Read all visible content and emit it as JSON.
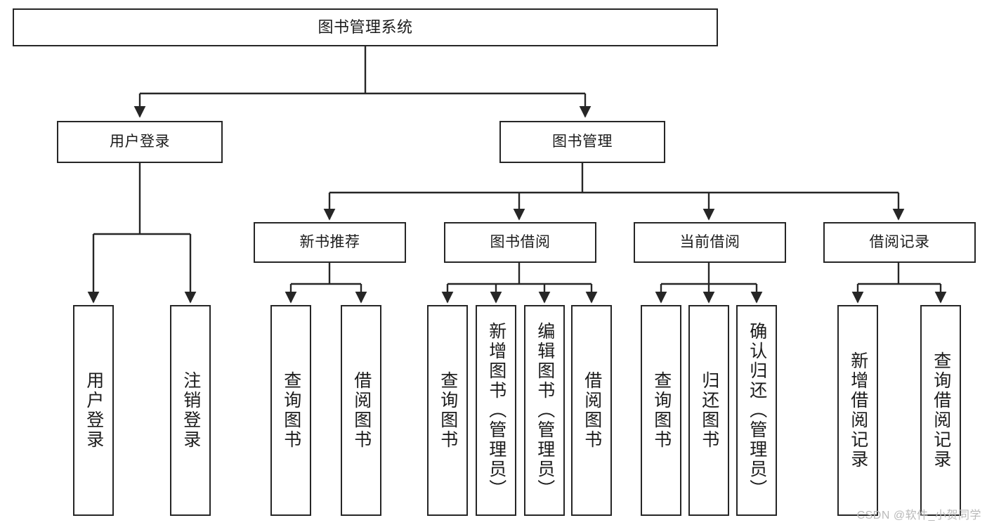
{
  "diagram": {
    "type": "tree",
    "title": "图书管理系统",
    "stroke_color": "#262626",
    "fill_color": "#ffffff",
    "text_color": "#1b1b1b",
    "watermark": "CSDN @软件_小贺同学",
    "nodes": {
      "root": {
        "label": "图书管理系统"
      },
      "l2": [
        {
          "label": "用户登录"
        },
        {
          "label": "图书管理"
        }
      ],
      "l3": [
        {
          "label": "新书推荐"
        },
        {
          "label": "图书借阅"
        },
        {
          "label": "当前借阅"
        },
        {
          "label": "借阅记录"
        }
      ],
      "leaves_user": [
        {
          "label": "用户登录"
        },
        {
          "label": "注销登录"
        }
      ],
      "leaves_newbook": [
        {
          "label": "查询图书"
        },
        {
          "label": "借阅图书"
        }
      ],
      "leaves_borrow": [
        {
          "label": "查询图书"
        },
        {
          "label": "新增图书（管理员）"
        },
        {
          "label": "编辑图书（管理员）"
        },
        {
          "label": "借阅图书"
        }
      ],
      "leaves_current": [
        {
          "label": "查询图书"
        },
        {
          "label": "归还图书"
        },
        {
          "label": "确认归还（管理员）"
        }
      ],
      "leaves_record": [
        {
          "label": "新增借阅记录"
        },
        {
          "label": "查询借阅记录"
        }
      ]
    }
  }
}
